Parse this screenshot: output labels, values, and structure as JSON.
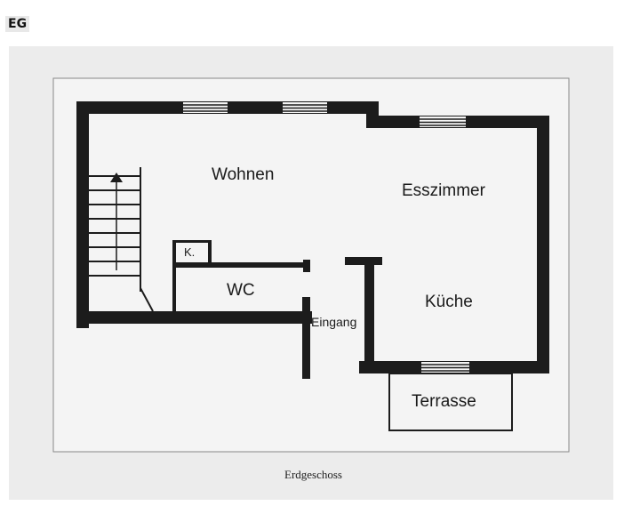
{
  "header": {
    "floor_code": "EG"
  },
  "plan": {
    "rooms": {
      "wohnen": "Wohnen",
      "esszimmer": "Esszimmer",
      "kueche": "Küche",
      "wc": "WC",
      "k": "K.",
      "eingang": "Eingang",
      "terrasse": "Terrasse"
    },
    "caption": "Erdgeschoss"
  },
  "colors": {
    "wall": "#1c1c1c",
    "paper": "#f4f4f4",
    "photo_bg": "#ececec"
  }
}
